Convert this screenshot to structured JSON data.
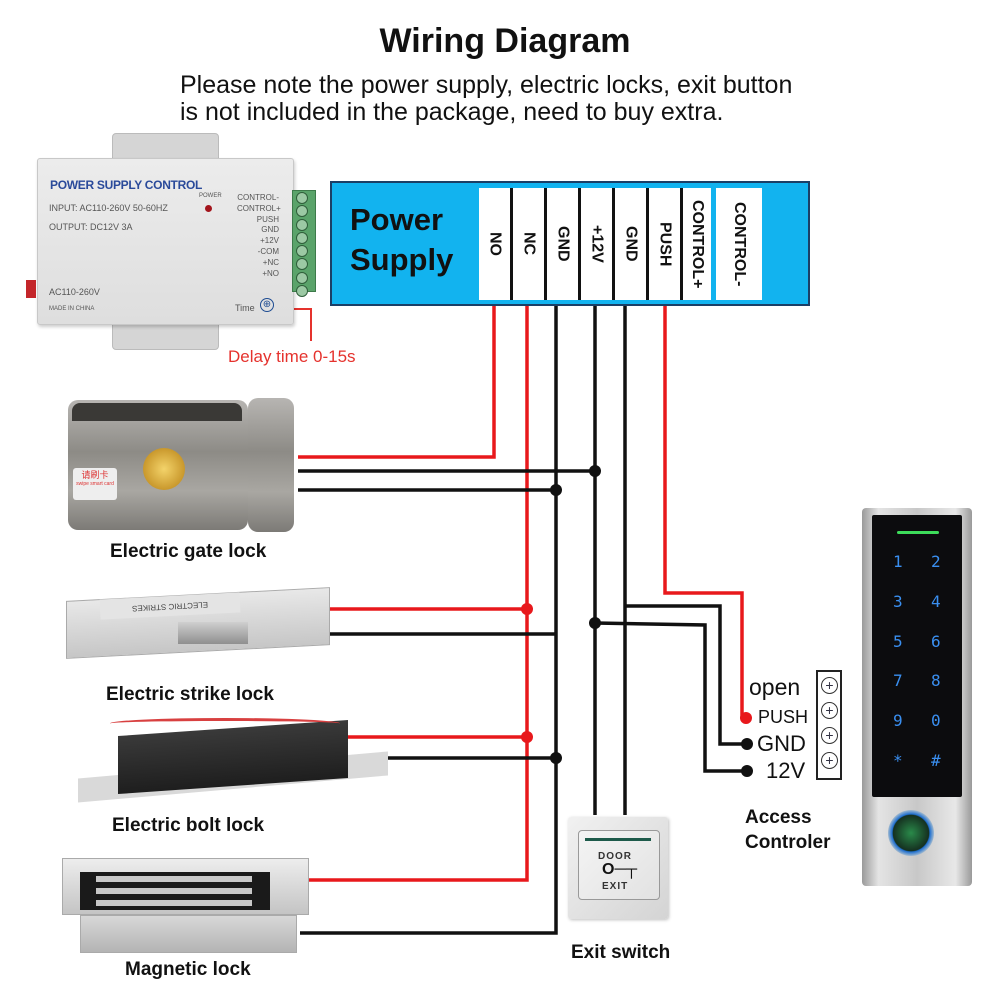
{
  "header": {
    "title": "Wiring Diagram",
    "note_line1": "Please note the power supply, electric locks, exit button",
    "note_line2": "is not included in the package, need to buy extra."
  },
  "power_supply_unit": {
    "heading": "POWER SUPPLY CONTROL",
    "input": "INPUT: AC110-260V 50-60HZ",
    "output": "OUTPUT: DC12V  3A",
    "power_led_label": "POWER",
    "ac_label": "AC110-260V",
    "made_in": "MADE IN CHINA",
    "time_label": "Time",
    "terminal_labels": [
      "CONTROL-",
      "CONTROL+",
      "PUSH",
      "GND",
      "+12V",
      "-COM",
      "+NC",
      "+NO"
    ],
    "delay_note": "Delay time 0-15s"
  },
  "power_bar": {
    "label_line1": "Power",
    "label_line2": "Supply",
    "pins": [
      "NO",
      "NC",
      "GND",
      "+12V",
      "GND",
      "PUSH",
      "CONTROL+",
      "CONTROL-"
    ]
  },
  "devices": {
    "gate_lock": "Electric gate lock",
    "gate_sticker": "请刷卡",
    "gate_sticker_sub": "swipe smart card",
    "strike_lock": "Electric strike lock",
    "strike_plate_text": "ELECTRIC STRIKES",
    "bolt_lock": "Electric bolt lock",
    "magnetic_lock": "Magnetic lock",
    "exit_switch": "Exit switch",
    "exit_door_text": "DOOR",
    "exit_exit_text": "EXIT"
  },
  "access_controller": {
    "label_line1": "Access",
    "label_line2": "Controler",
    "terminals": [
      "open",
      "PUSH",
      "GND",
      "12V"
    ],
    "keys": [
      "1",
      "2",
      "3",
      "4",
      "5",
      "6",
      "7",
      "8",
      "9",
      "0",
      "*",
      "#"
    ]
  },
  "colors": {
    "wire_red": "#e8181c",
    "wire_black": "#111111",
    "bar_blue": "#12b3ef",
    "delay_red": "#e5322d",
    "key_blue": "#3a8ff0",
    "led_green": "#3ddc5a"
  }
}
